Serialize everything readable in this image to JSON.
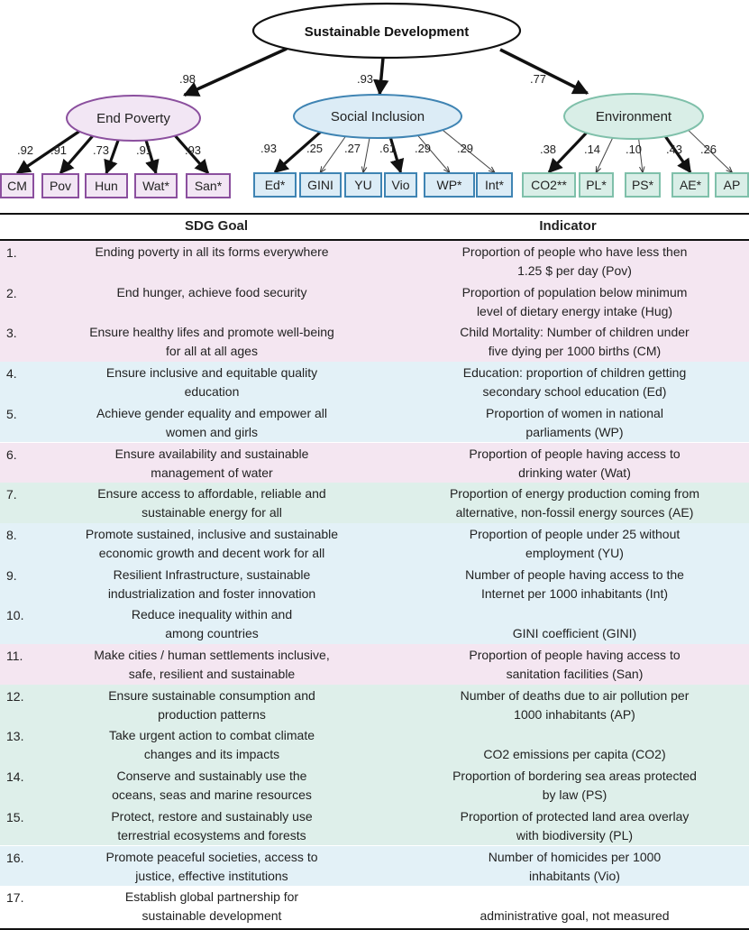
{
  "diagram": {
    "root": {
      "label": "Sustainable Development"
    },
    "factors": [
      {
        "id": "poverty",
        "label": "End Poverty",
        "loading": ".98",
        "fill": "#f2e6f4",
        "stroke": "#8b4f9e",
        "indicators": [
          {
            "label": "CM",
            "loading": ".92",
            "bold": true
          },
          {
            "label": "Pov",
            "loading": ".91",
            "bold": true
          },
          {
            "label": "Hun",
            "loading": ".73",
            "bold": true
          },
          {
            "label": "Wat*",
            "loading": ".91",
            "bold": true
          },
          {
            "label": "San*",
            "loading": ".93",
            "bold": true
          }
        ]
      },
      {
        "id": "social",
        "label": "Social Inclusion",
        "loading": ".93",
        "fill": "#dcecf6",
        "stroke": "#3f84b3",
        "indicators": [
          {
            "label": "Ed*",
            "loading": ".93",
            "bold": true
          },
          {
            "label": "GINI",
            "loading": ".25",
            "bold": false
          },
          {
            "label": "YU",
            "loading": ".27",
            "bold": false
          },
          {
            "label": "Vio",
            "loading": ".61",
            "bold": true
          },
          {
            "label": "WP*",
            "loading": ".29",
            "bold": false
          },
          {
            "label": "Int*",
            "loading": ".29",
            "bold": false
          }
        ]
      },
      {
        "id": "environment",
        "label": "Environment",
        "loading": ".77",
        "fill": "#d9eee7",
        "stroke": "#7fc0aa",
        "indicators": [
          {
            "label": "CO2**",
            "loading": ".38",
            "bold": true
          },
          {
            "label": "PL*",
            "loading": ".14",
            "bold": false
          },
          {
            "label": "PS*",
            "loading": ".10",
            "bold": false
          },
          {
            "label": "AE*",
            "loading": ".43",
            "bold": true
          },
          {
            "label": "AP",
            "loading": ".26",
            "bold": false
          }
        ]
      }
    ]
  },
  "table": {
    "headers": {
      "goal": "SDG Goal",
      "indicator": "Indicator"
    },
    "colors": {
      "poverty": "#f4e6f1",
      "social": "#e3f1f7",
      "environment": "#deefea",
      "none": "#ffffff"
    },
    "rows": [
      {
        "num": "1.",
        "goal": "Ending poverty in all its forms everywhere",
        "indicator": "Proportion of people who have less then\n1.25 $ per day (Pov)",
        "group": "poverty"
      },
      {
        "num": "2.",
        "goal": "End hunger, achieve food security",
        "indicator": "Proportion of population below minimum\nlevel of dietary energy intake (Hug)",
        "group": "poverty"
      },
      {
        "num": "3.",
        "goal": "Ensure healthy lifes and promote well-being\nfor all at all ages",
        "indicator": "Child Mortality: Number of children under\nfive dying per 1000 births (CM)",
        "group": "poverty"
      },
      {
        "num": "4.",
        "goal": "Ensure inclusive and equitable quality\neducation",
        "indicator": "Education: proportion of children getting\nsecondary school education (Ed)",
        "group": "social"
      },
      {
        "num": "5.",
        "goal": "Achieve gender equality and empower all\nwomen and girls",
        "indicator": "Proportion of women in national\nparliaments (WP)",
        "group": "social"
      },
      {
        "num": "6.",
        "goal": "Ensure availability and sustainable\nmanagement of water",
        "indicator": "Proportion of people having access to\ndrinking water (Wat)",
        "group": "poverty"
      },
      {
        "num": "7.",
        "goal": "Ensure access to affordable, reliable and\nsustainable energy for all",
        "indicator": "Proportion of energy production coming from\nalternative, non-fossil energy sources (AE)",
        "group": "environment"
      },
      {
        "num": "8.",
        "goal": "Promote sustained, inclusive and sustainable\neconomic growth and decent work for all",
        "indicator": "Proportion of people under 25 without\nemployment (YU)",
        "group": "social"
      },
      {
        "num": "9.",
        "goal": "Resilient Infrastructure, sustainable\nindustrialization and foster innovation",
        "indicator": "Number of people having access to the\nInternet per 1000 inhabitants (Int)",
        "group": "social"
      },
      {
        "num": "10.",
        "goal": "Reduce inequality within and\namong countries",
        "indicator": "\nGINI coefficient (GINI)",
        "group": "social"
      },
      {
        "num": "11.",
        "goal": "Make cities / human settlements inclusive,\nsafe, resilient and sustainable",
        "indicator": "Proportion of people having access to\nsanitation facilities (San)",
        "group": "poverty"
      },
      {
        "num": "12.",
        "goal": "Ensure sustainable consumption and\nproduction patterns",
        "indicator": "Number of deaths due to air pollution per\n1000 inhabitants (AP)",
        "group": "environment"
      },
      {
        "num": "13.",
        "goal": "Take urgent action to combat climate\nchanges and its impacts",
        "indicator": "\nCO2 emissions per capita (CO2)",
        "group": "environment"
      },
      {
        "num": "14.",
        "goal": "Conserve and sustainably use the\noceans, seas and marine resources",
        "indicator": "Proportion of bordering sea areas protected\nby law (PS)",
        "group": "environment"
      },
      {
        "num": "15.",
        "goal": "Protect, restore and sustainably use\nterrestrial ecosystems and forests",
        "indicator": "Proportion of protected land area overlay\nwith biodiversity (PL)",
        "group": "environment"
      },
      {
        "num": "16.",
        "goal": "Promote peaceful societies, access to\njustice, effective institutions",
        "indicator": "Number of homicides per 1000\ninhabitants (Vio)",
        "group": "social"
      },
      {
        "num": "17.",
        "goal": "Establish global partnership for\nsustainable development",
        "indicator": "\nadministrative goal, not measured",
        "group": "none"
      }
    ]
  }
}
